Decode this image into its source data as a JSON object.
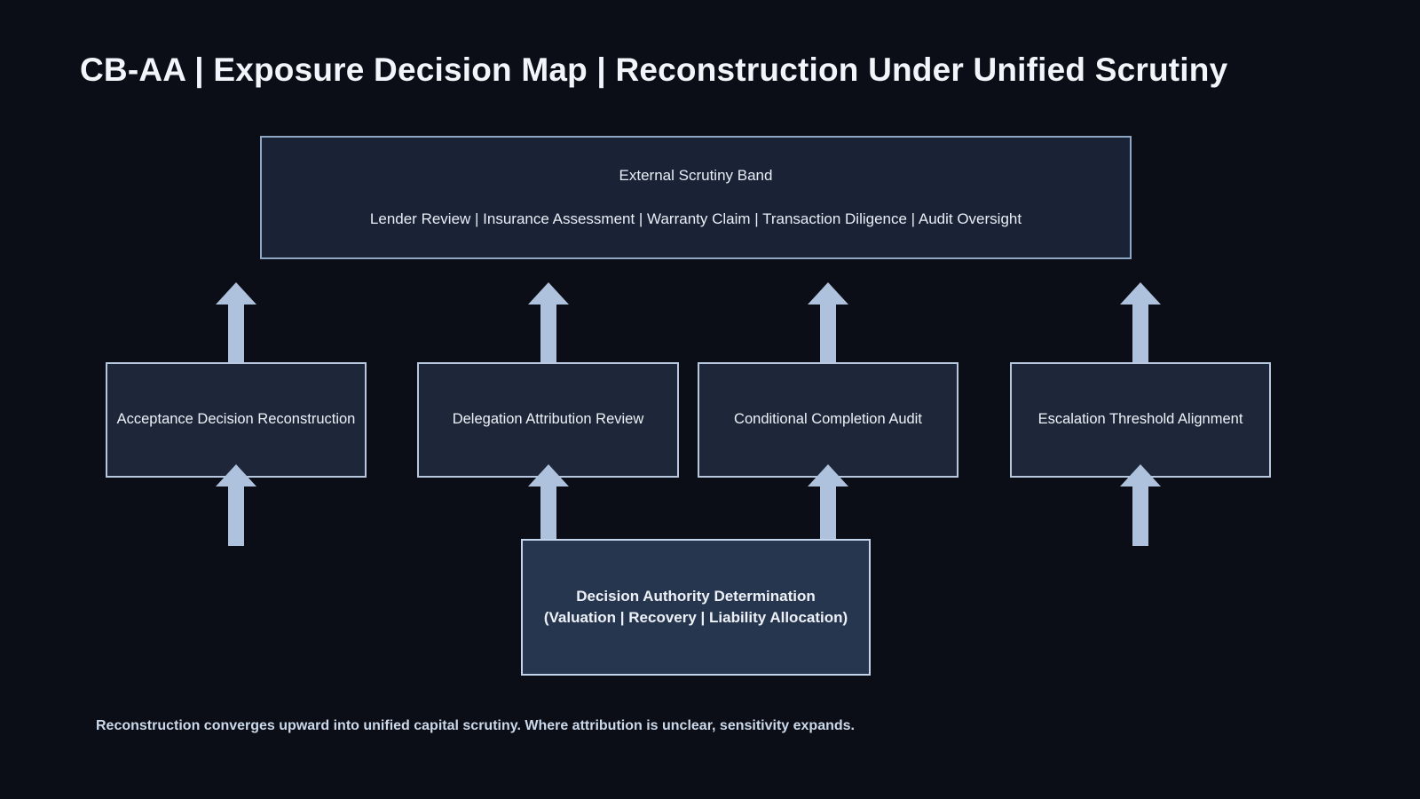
{
  "page": {
    "title": "CB-AA | Exposure Decision Map | Reconstruction Under Unified Scrutiny",
    "caption": "Reconstruction converges upward into unified capital scrutiny. Where attribution is unclear, sensitivity expands.",
    "background_color": "#0b0e17",
    "arrow_color": "#aec2dd",
    "box_fill_color": "#1d2739",
    "box_border_color": "#b6c7de",
    "root_fill_color": "#27364f",
    "band_fill_color": "#1a2336",
    "band_border_color": "#8fa5c4",
    "text_color": "#eef2f8",
    "caption_color": "#ccd9ea"
  },
  "band": {
    "title": "External Scrutiny Band",
    "subtitle": "Lender Review | Insurance Assessment | Warranty Claim | Transaction Diligence | Audit Oversight"
  },
  "mid_nodes": [
    {
      "label": "Acceptance Decision Reconstruction"
    },
    {
      "label": "Delegation Attribution Review"
    },
    {
      "label": "Conditional Completion Audit"
    },
    {
      "label": "Escalation Threshold Alignment"
    }
  ],
  "root_node": {
    "line1": "Decision Authority Determination",
    "line2": "(Valuation | Recovery | Liability Allocation)"
  },
  "arrows": {
    "upper": [
      {
        "name": "arrow-acceptance-to-band"
      },
      {
        "name": "arrow-delegation-to-band"
      },
      {
        "name": "arrow-conditional-to-band"
      },
      {
        "name": "arrow-escalation-to-band"
      }
    ],
    "lower": [
      {
        "name": "arrow-into-acceptance"
      },
      {
        "name": "arrow-root-to-delegation"
      },
      {
        "name": "arrow-root-to-conditional"
      },
      {
        "name": "arrow-into-escalation"
      }
    ]
  }
}
